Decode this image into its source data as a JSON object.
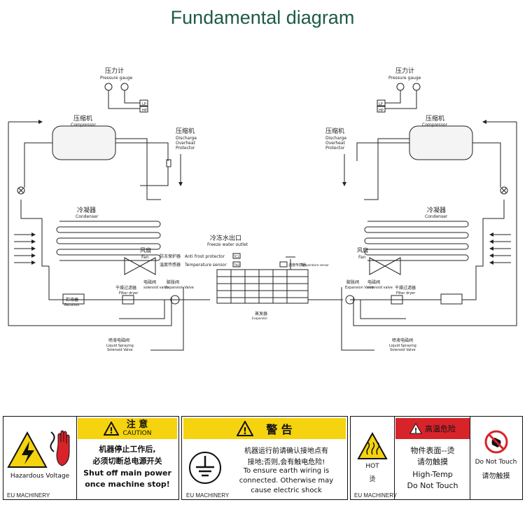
{
  "title": "Fundamental diagram",
  "diagram": {
    "pressure_gauge_cn": "压力计",
    "pressure_gauge_en": "Pressure gauge",
    "lp": "LP",
    "hp": "HP",
    "compressor_cn": "压缩机",
    "compressor_en": "Compressor",
    "overheat_cn": "压缩机",
    "overheat_en1": "Discharge",
    "overheat_en2": "Overheat",
    "overheat_en3": "Protector",
    "condenser_cn": "冷凝器",
    "condenser_en": "Condenser",
    "fan_cn": "风扇",
    "fan_en": "Fan",
    "water_outlet_cn": "冷冻水出口",
    "water_outlet_en": "Freeze water outlet",
    "anti_frost_cn": "防冻保护器",
    "anti_frost_en": "Anti frost protector",
    "temp_sensor_cn": "温度传感器",
    "temp_sensor_en": "Temperature sensor",
    "tc1": "TC1",
    "th2": "TH2",
    "receiver_cn": "贮液器",
    "receiver_en": "Receiver",
    "filter_cn": "干燥过滤器",
    "filter_en": "Filter dryer",
    "solenoid_cn": "电磁阀",
    "solenoid_en": "solenoid valve",
    "expansion_cn": "膨胀阀",
    "expansion_en": "Expansion Valve",
    "evaporator_cn": "蒸发器",
    "evaporator_en": "Evaporator",
    "spray_cn": "喷液电磁阀",
    "spray_en1": "Liquid Spraying",
    "spray_en2": "Solenoid Valve"
  },
  "warnings": {
    "w1": {
      "hazard_label": "Hazardous Voltage",
      "cn_header": "注 意",
      "en_header": "CAUTION",
      "cn_line1": "机器停止工作后,",
      "cn_line2": "必须切断总电源开关",
      "en_line1": "Shut off main power",
      "en_line2": "once machine stop!",
      "brand": "EU MACHINERY"
    },
    "w2": {
      "cn_header": "警 告",
      "cn_line1": "机器运行前请确认接地点有",
      "cn_line2": "接地;否则,会有触电危险!",
      "en_line1": "To ensure earth wiring is",
      "en_line2": "connected. Otherwise may",
      "en_line3": "cause electric shock",
      "brand": "EU MACHINERY"
    },
    "w3": {
      "hot_en": "HOT",
      "hot_cn": "烫",
      "cn_header": "高温危险",
      "cn_line1": "物件表面--烫",
      "cn_line2": "请勿触摸",
      "en_line1": "High-Temp",
      "en_line2": "Do Not Touch",
      "nt_en": "Do Not Touch",
      "nt_cn": "请勿触摸",
      "brand": "EU MACHINERY"
    }
  },
  "colors": {
    "title": "#1e5a47",
    "warning_yellow": "#f5d30e",
    "danger_red": "#d8232a"
  }
}
